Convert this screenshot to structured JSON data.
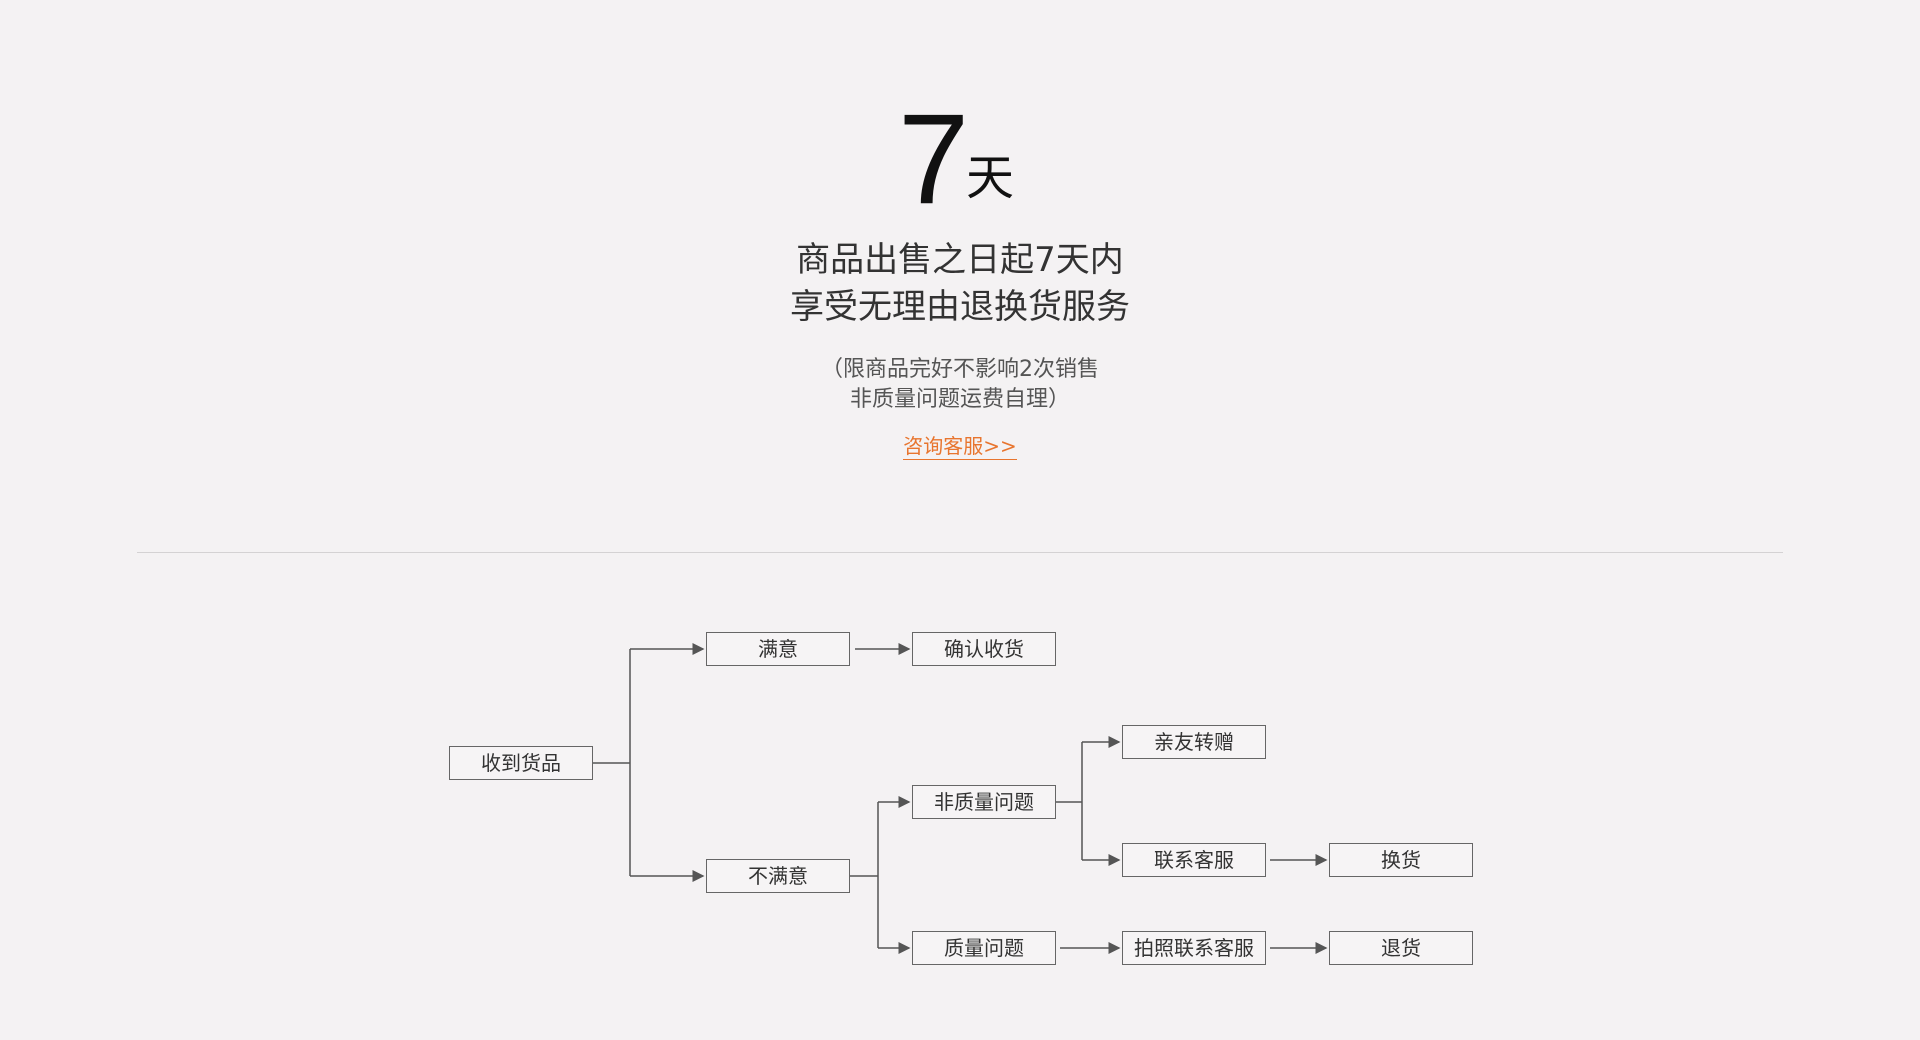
{
  "hero": {
    "number": "7",
    "unit": "天",
    "line1": "商品出售之日起7天内",
    "line2": "享受无理由退换货服务",
    "note1": "（限商品完好不影响2次销售",
    "note2": "非质量问题运费自理）",
    "link": "咨询客服>>",
    "link_color": "#e8752e"
  },
  "flow": {
    "received": "收到货品",
    "satisfied": "满意",
    "confirm": "确认收货",
    "unsatisfied": "不满意",
    "non_quality": "非质量问题",
    "quality": "质量问题",
    "gift": "亲友转赠",
    "contact": "联系客服",
    "photo_contact": "拍照联系客服",
    "exchange": "换货",
    "return": "退货"
  }
}
